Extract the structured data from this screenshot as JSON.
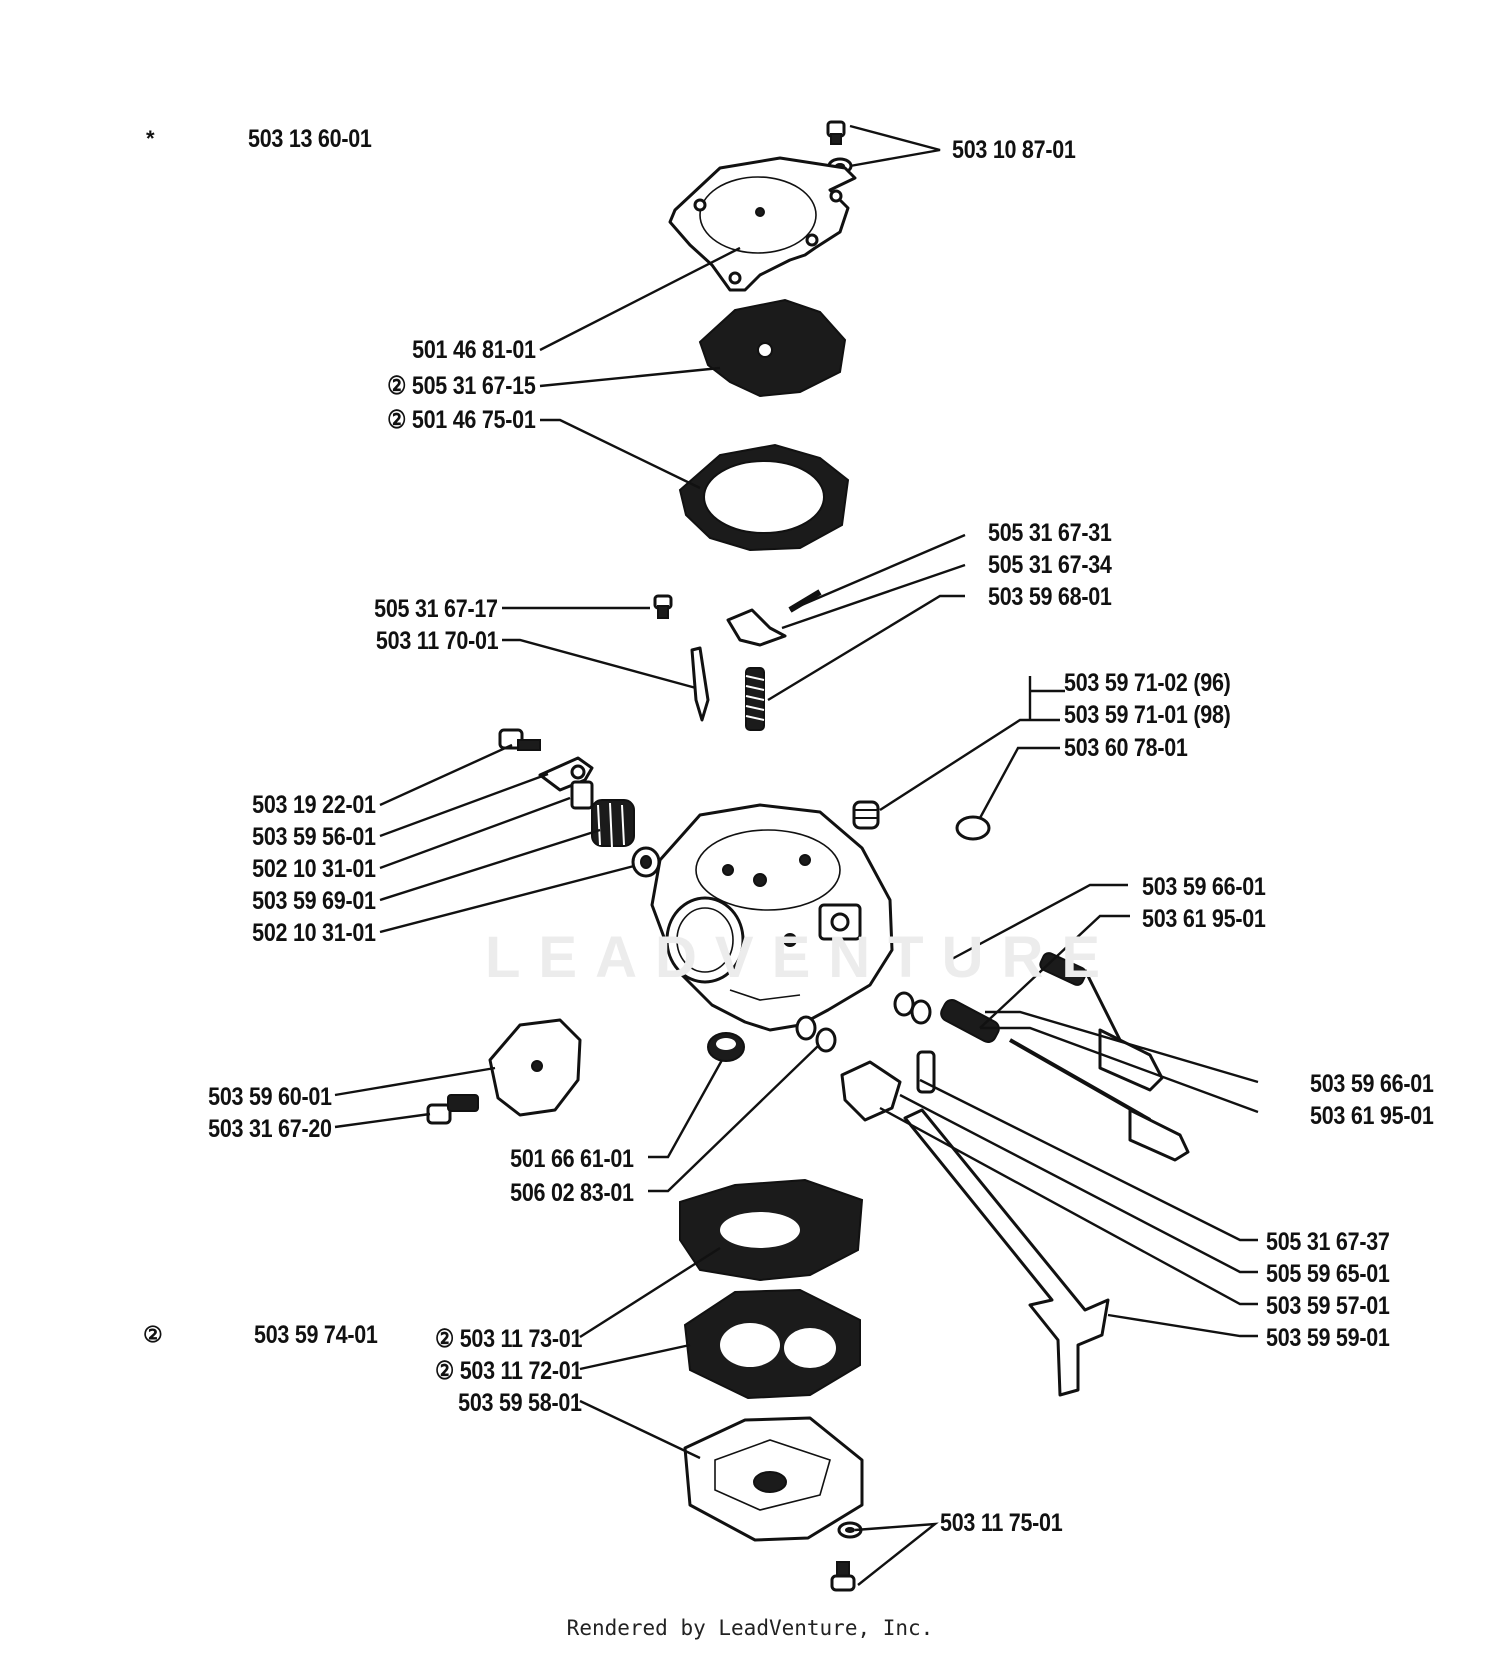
{
  "header": {
    "kit_marker": "*",
    "kit_part": "503 13 60-01",
    "kit2_marker": "②",
    "kit2_part": "503 59 74-01"
  },
  "labels": [
    {
      "id": "p1",
      "part": "503 10 87-01"
    },
    {
      "id": "p2",
      "part": "501 46 81-01"
    },
    {
      "id": "p3",
      "part": "505 31 67-15",
      "marker": "②"
    },
    {
      "id": "p4",
      "part": "501 46 75-01",
      "marker": "②"
    },
    {
      "id": "p5",
      "part": "505 31 67-31"
    },
    {
      "id": "p6",
      "part": "505 31 67-34"
    },
    {
      "id": "p7",
      "part": "503 59 68-01"
    },
    {
      "id": "p8",
      "part": "505 31 67-17"
    },
    {
      "id": "p9",
      "part": "503 11 70-01"
    },
    {
      "id": "p10",
      "part": "503 59 71-02 (96)"
    },
    {
      "id": "p11",
      "part": "503 59 71-01 (98)"
    },
    {
      "id": "p12",
      "part": "503 60 78-01"
    },
    {
      "id": "p13",
      "part": "503 19 22-01"
    },
    {
      "id": "p14",
      "part": "503 59 56-01"
    },
    {
      "id": "p15",
      "part": "502 10 31-01"
    },
    {
      "id": "p16",
      "part": "503 59 69-01"
    },
    {
      "id": "p17",
      "part": "502 10 31-01"
    },
    {
      "id": "p18",
      "part": "503 59 66-01"
    },
    {
      "id": "p19",
      "part": "503 61 95-01"
    },
    {
      "id": "p20",
      "part": "503 59 60-01"
    },
    {
      "id": "p21",
      "part": "503 31 67-20"
    },
    {
      "id": "p22",
      "part": "503 59 66-01"
    },
    {
      "id": "p23",
      "part": "503 61 95-01"
    },
    {
      "id": "p24",
      "part": "501 66 61-01"
    },
    {
      "id": "p25",
      "part": "506 02 83-01"
    },
    {
      "id": "p26",
      "part": "505 31 67-37"
    },
    {
      "id": "p27",
      "part": "505 59 65-01"
    },
    {
      "id": "p28",
      "part": "503 59 57-01"
    },
    {
      "id": "p29",
      "part": "503 59 59-01"
    },
    {
      "id": "p30",
      "part": "503 11 73-01",
      "marker": "②"
    },
    {
      "id": "p31",
      "part": "503 11 72-01",
      "marker": "②"
    },
    {
      "id": "p32",
      "part": "503 59 58-01"
    },
    {
      "id": "p33",
      "part": "503 11 75-01"
    }
  ],
  "watermark": "LEADVENTURE",
  "footer": "Rendered by LeadVenture, Inc."
}
